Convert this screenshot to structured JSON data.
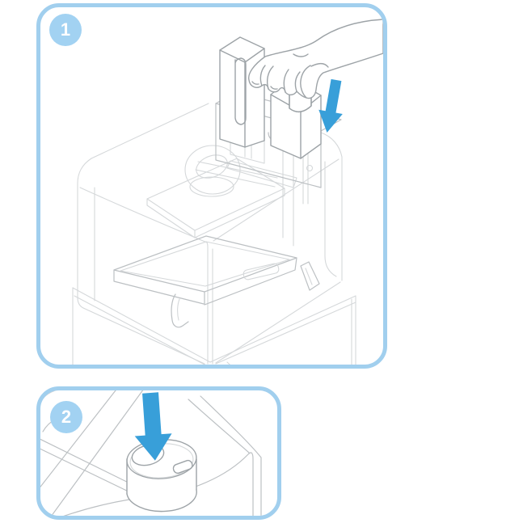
{
  "colors": {
    "background": "#ffffff",
    "panel_border": "#a1cfee",
    "badge_bg": "#a2d2f2",
    "badge_text": "#ffffff",
    "arrow": "#389fd9",
    "line_light": "#d5d8da",
    "line_mid": "#bcc0c3",
    "line_dark": "#9da3a7"
  },
  "steps": [
    {
      "badge": "1",
      "illustration": "hand-lowering-resin-cartridge-into-3d-printer",
      "icon": "down-arrow-icon"
    },
    {
      "badge": "2",
      "illustration": "cartridge-vent-cap-close-up",
      "icon": "down-arrow-icon"
    }
  ]
}
